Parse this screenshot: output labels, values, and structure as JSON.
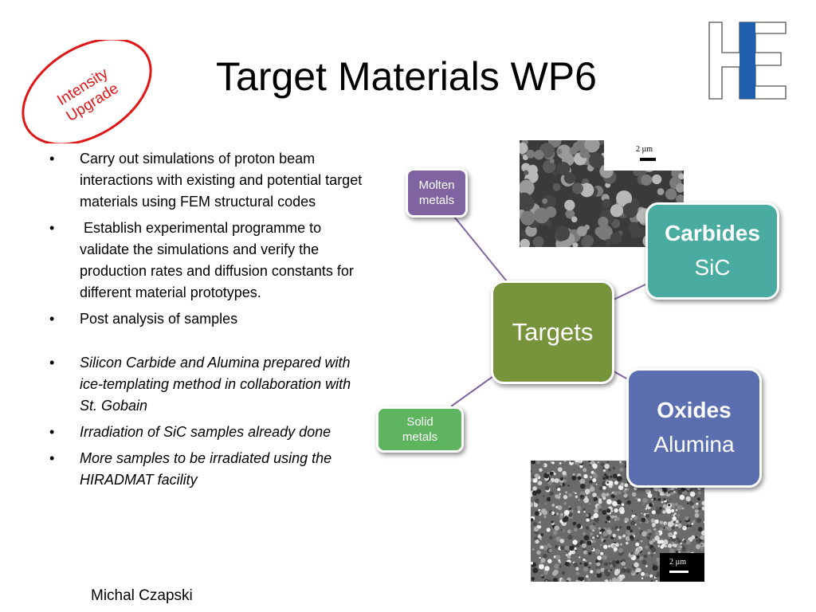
{
  "title": "Target Materials WP6",
  "stamp": {
    "line1": "Intensity",
    "line2": "Upgrade",
    "color": "#e01515"
  },
  "bullets": [
    {
      "text": "Carry out simulations of proton beam interactions with existing and potential target materials using FEM structural codes",
      "italic": false
    },
    {
      "text": " Establish experimental programme to validate the simulations and verify the production rates and diffusion constants for different material prototypes.",
      "italic": false
    },
    {
      "text": "Post analysis of samples",
      "italic": false
    },
    {
      "text": "Silicon Carbide and Alumina prepared with ice-templating method in collaboration with St. Gobain",
      "italic": true
    },
    {
      "text": "Irradiation of SiC samples already done",
      "italic": true
    },
    {
      "text": "More samples to be irradiated using the HIRADMAT facility",
      "italic": true
    }
  ],
  "bullet_char": "•",
  "author": "Michal Czapski",
  "diagram": {
    "center": {
      "label": "Targets",
      "color": "#77933c"
    },
    "molten": {
      "line1": "Molten",
      "line2": "metals",
      "color": "#8064a2"
    },
    "solid": {
      "line1": "Solid",
      "line2": "metals",
      "color": "#5fb55f"
    },
    "carbides": {
      "title": "Carbides",
      "subtitle": "SiC",
      "color": "#4aaca0"
    },
    "oxides": {
      "title": "Oxides",
      "subtitle": "Alumina",
      "color": "#5b6fb0"
    },
    "connector_color": "#8064a2"
  },
  "images": {
    "top_scale": "2 µm",
    "bottom_scale": "2 µm"
  },
  "logo_colors": {
    "outline": "#555555",
    "blue": "#1f5fae"
  }
}
